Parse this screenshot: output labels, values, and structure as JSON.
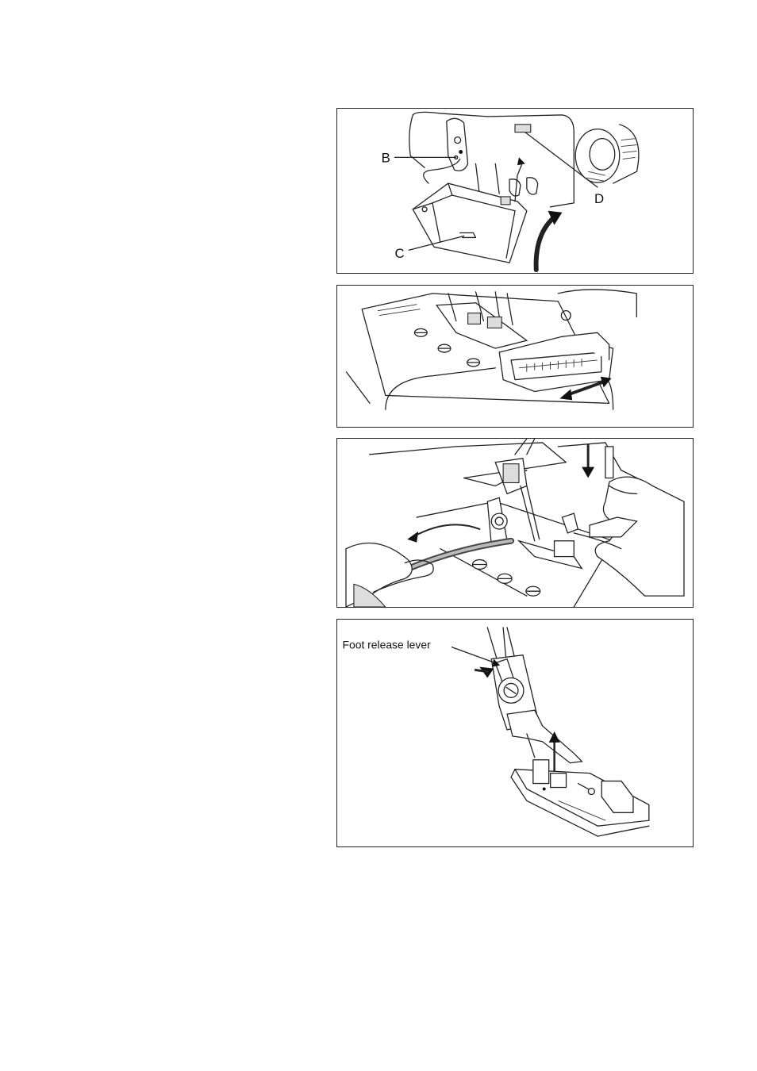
{
  "figures": [
    {
      "labels": {
        "b": "B",
        "c": "C",
        "d": "D"
      }
    },
    {
      "labels": {}
    },
    {
      "labels": {}
    },
    {
      "labels": {
        "foot_release_lever": "Foot release lever"
      }
    }
  ]
}
